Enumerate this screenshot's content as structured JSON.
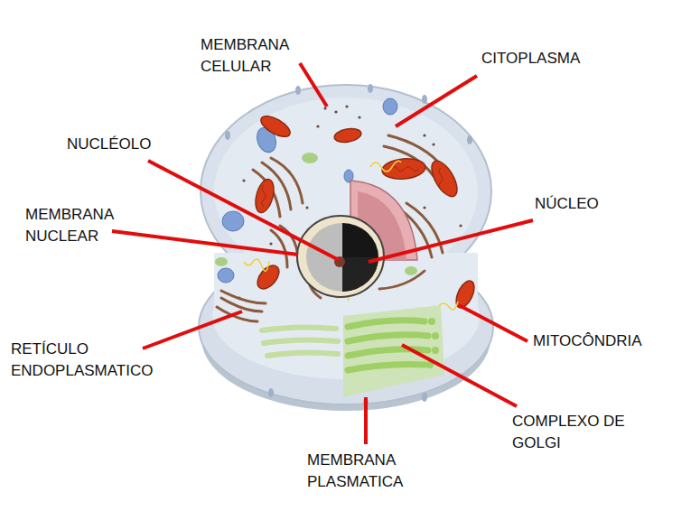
{
  "diagram": {
    "labels": [
      "MEMBRANA CELULAR",
      "CITOPLASMA",
      "NUCLÉOLO",
      "NÚCLEO",
      "MEMBRANA NUCLEAR",
      "MITOCÔNDRIA",
      "RETÍCULO ENDOPLASMATICO",
      "COMPLEXO DE GOLGI",
      "MEMBRANA PLASMATICA"
    ]
  }
}
